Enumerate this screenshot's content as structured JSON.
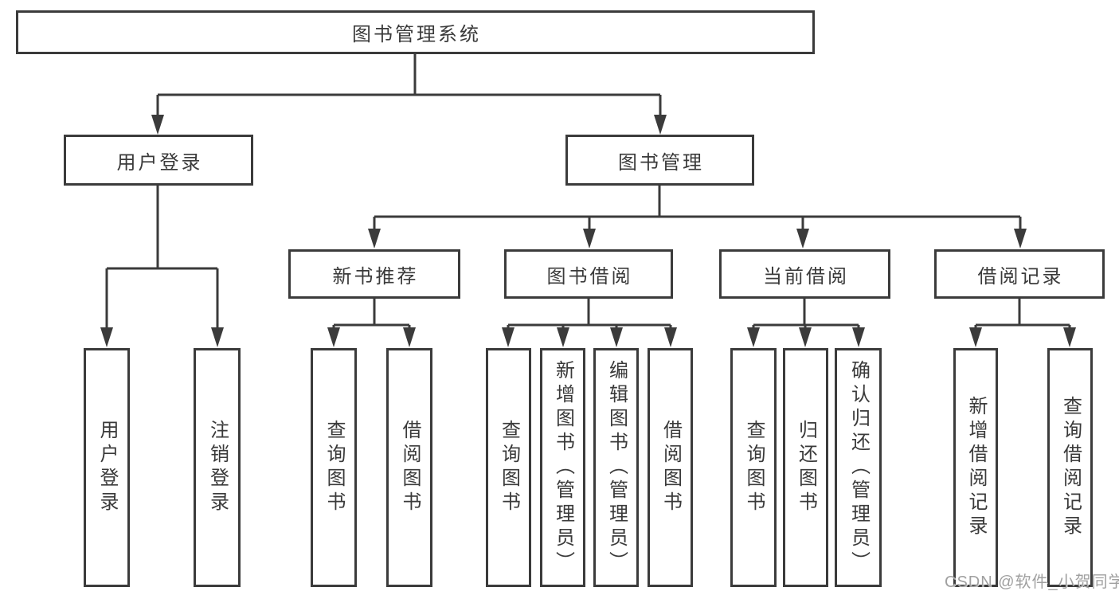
{
  "diagram_title": "图书管理系统",
  "watermark": "CSDN @软件_小贺同学",
  "colors": {
    "line": "#3b3b3b",
    "text": "#3a3a3a",
    "background": "#ffffff",
    "watermark": "#a0a0a0"
  },
  "tree": {
    "root": {
      "label": "图书管理系统"
    },
    "branches": [
      {
        "label": "用户登录",
        "children": [
          {
            "label": "用户登录"
          },
          {
            "label": "注销登录"
          }
        ]
      },
      {
        "label": "图书管理",
        "children": [
          {
            "label": "新书推荐",
            "children": [
              {
                "label": "查询图书"
              },
              {
                "label": "借阅图书"
              }
            ]
          },
          {
            "label": "图书借阅",
            "children": [
              {
                "label": "查询图书"
              },
              {
                "label": "新增图书（管理员）"
              },
              {
                "label": "编辑图书（管理员）"
              },
              {
                "label": "借阅图书"
              }
            ]
          },
          {
            "label": "当前借阅",
            "children": [
              {
                "label": "查询图书"
              },
              {
                "label": "归还图书"
              },
              {
                "label": "确认归还（管理员）"
              }
            ]
          },
          {
            "label": "借阅记录",
            "children": [
              {
                "label": "新增借阅记录"
              },
              {
                "label": "查询借阅记录"
              }
            ]
          }
        ]
      }
    ]
  }
}
